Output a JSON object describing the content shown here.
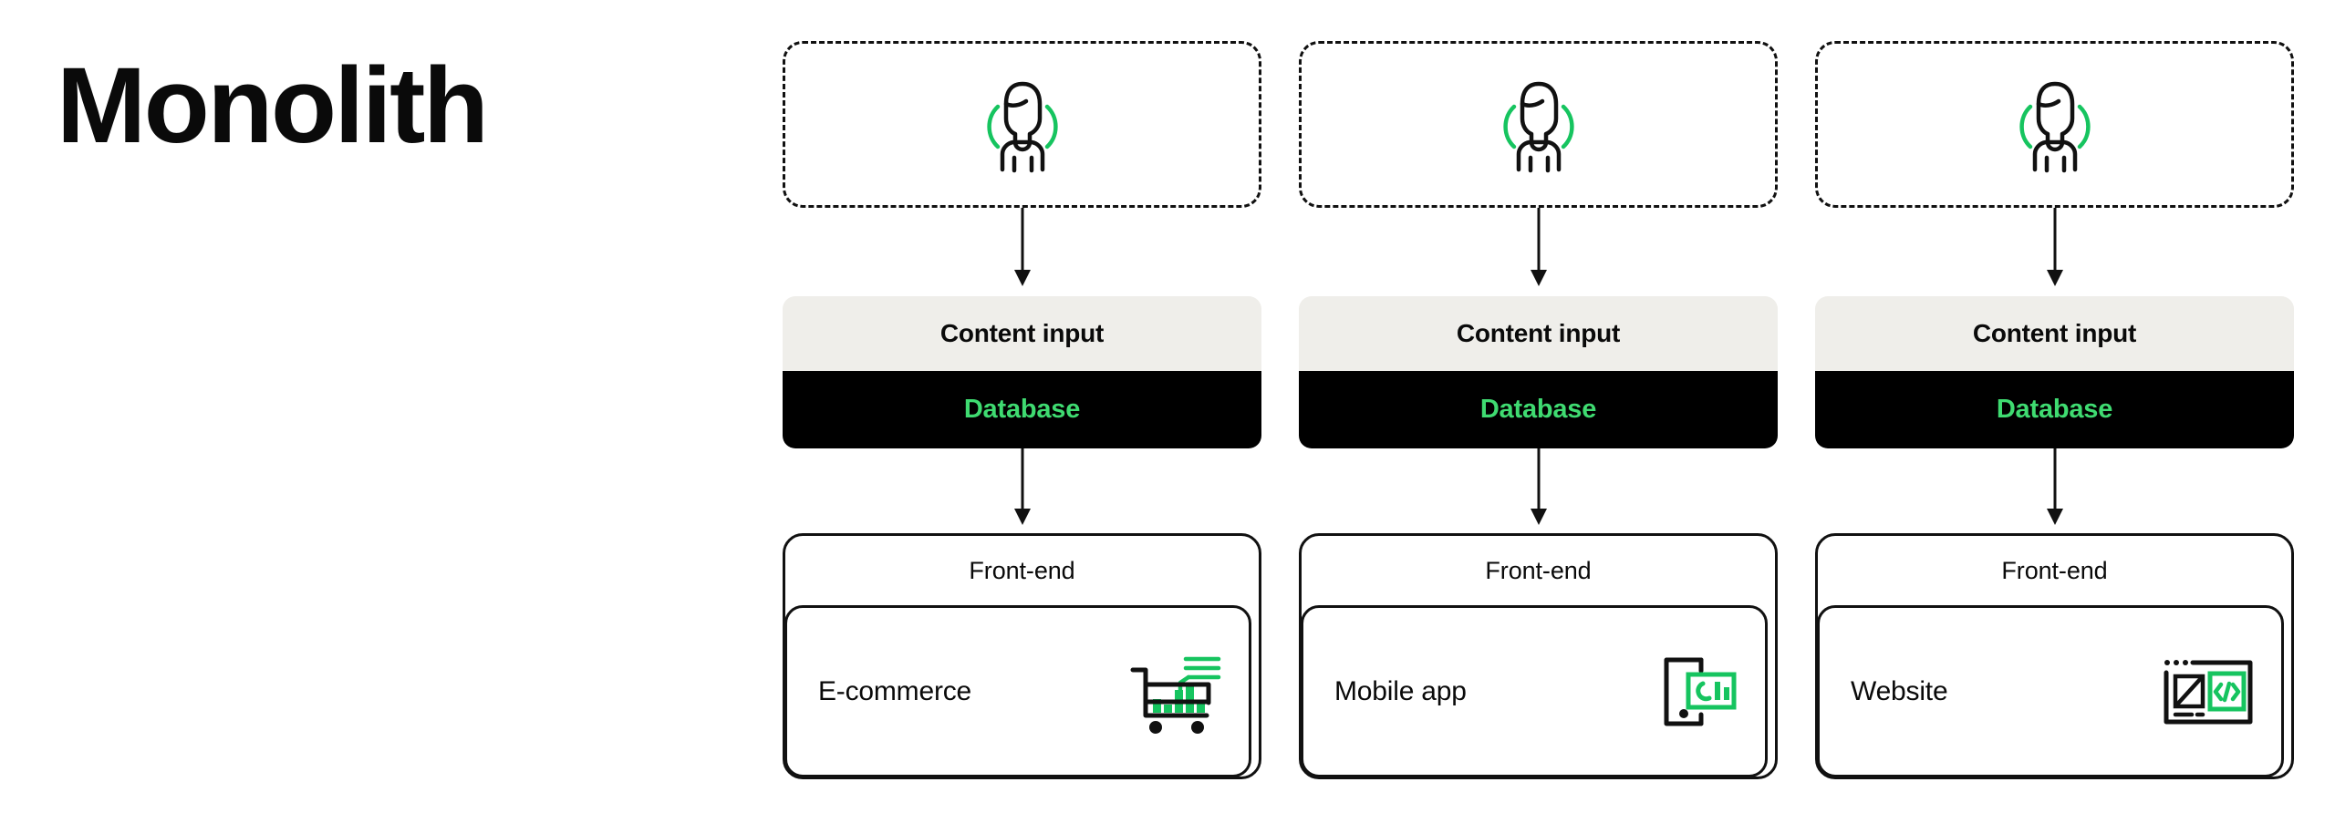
{
  "page": {
    "title": "Monolith",
    "background_color": "#ffffff"
  },
  "colors": {
    "accent_green": "#3FDB71",
    "black": "#000000",
    "panel_gray": "#EFEEEA",
    "text": "#0a0a0a"
  },
  "diagram": {
    "type": "flow",
    "column_count": 3,
    "columns": [
      {
        "user_icon": "person-icon",
        "user_box_style": "dashed",
        "content_input_label": "Content input",
        "database_label": "Database",
        "frontend_label": "Front-end",
        "app_name": "E-commerce",
        "app_icon": "shopping-cart-chart-icon"
      },
      {
        "user_icon": "person-icon",
        "user_box_style": "dashed",
        "content_input_label": "Content input",
        "database_label": "Database",
        "frontend_label": "Front-end",
        "app_name": "Mobile app",
        "app_icon": "mobile-phone-chart-icon"
      },
      {
        "user_icon": "person-icon",
        "user_box_style": "dashed",
        "content_input_label": "Content input",
        "database_label": "Database",
        "frontend_label": "Front-end",
        "app_name": "Website",
        "app_icon": "browser-code-icon"
      }
    ],
    "arrows": [
      {
        "from": "user-box",
        "to": "content-input",
        "direction": "down"
      },
      {
        "from": "database",
        "to": "frontend-card",
        "direction": "down"
      }
    ]
  }
}
